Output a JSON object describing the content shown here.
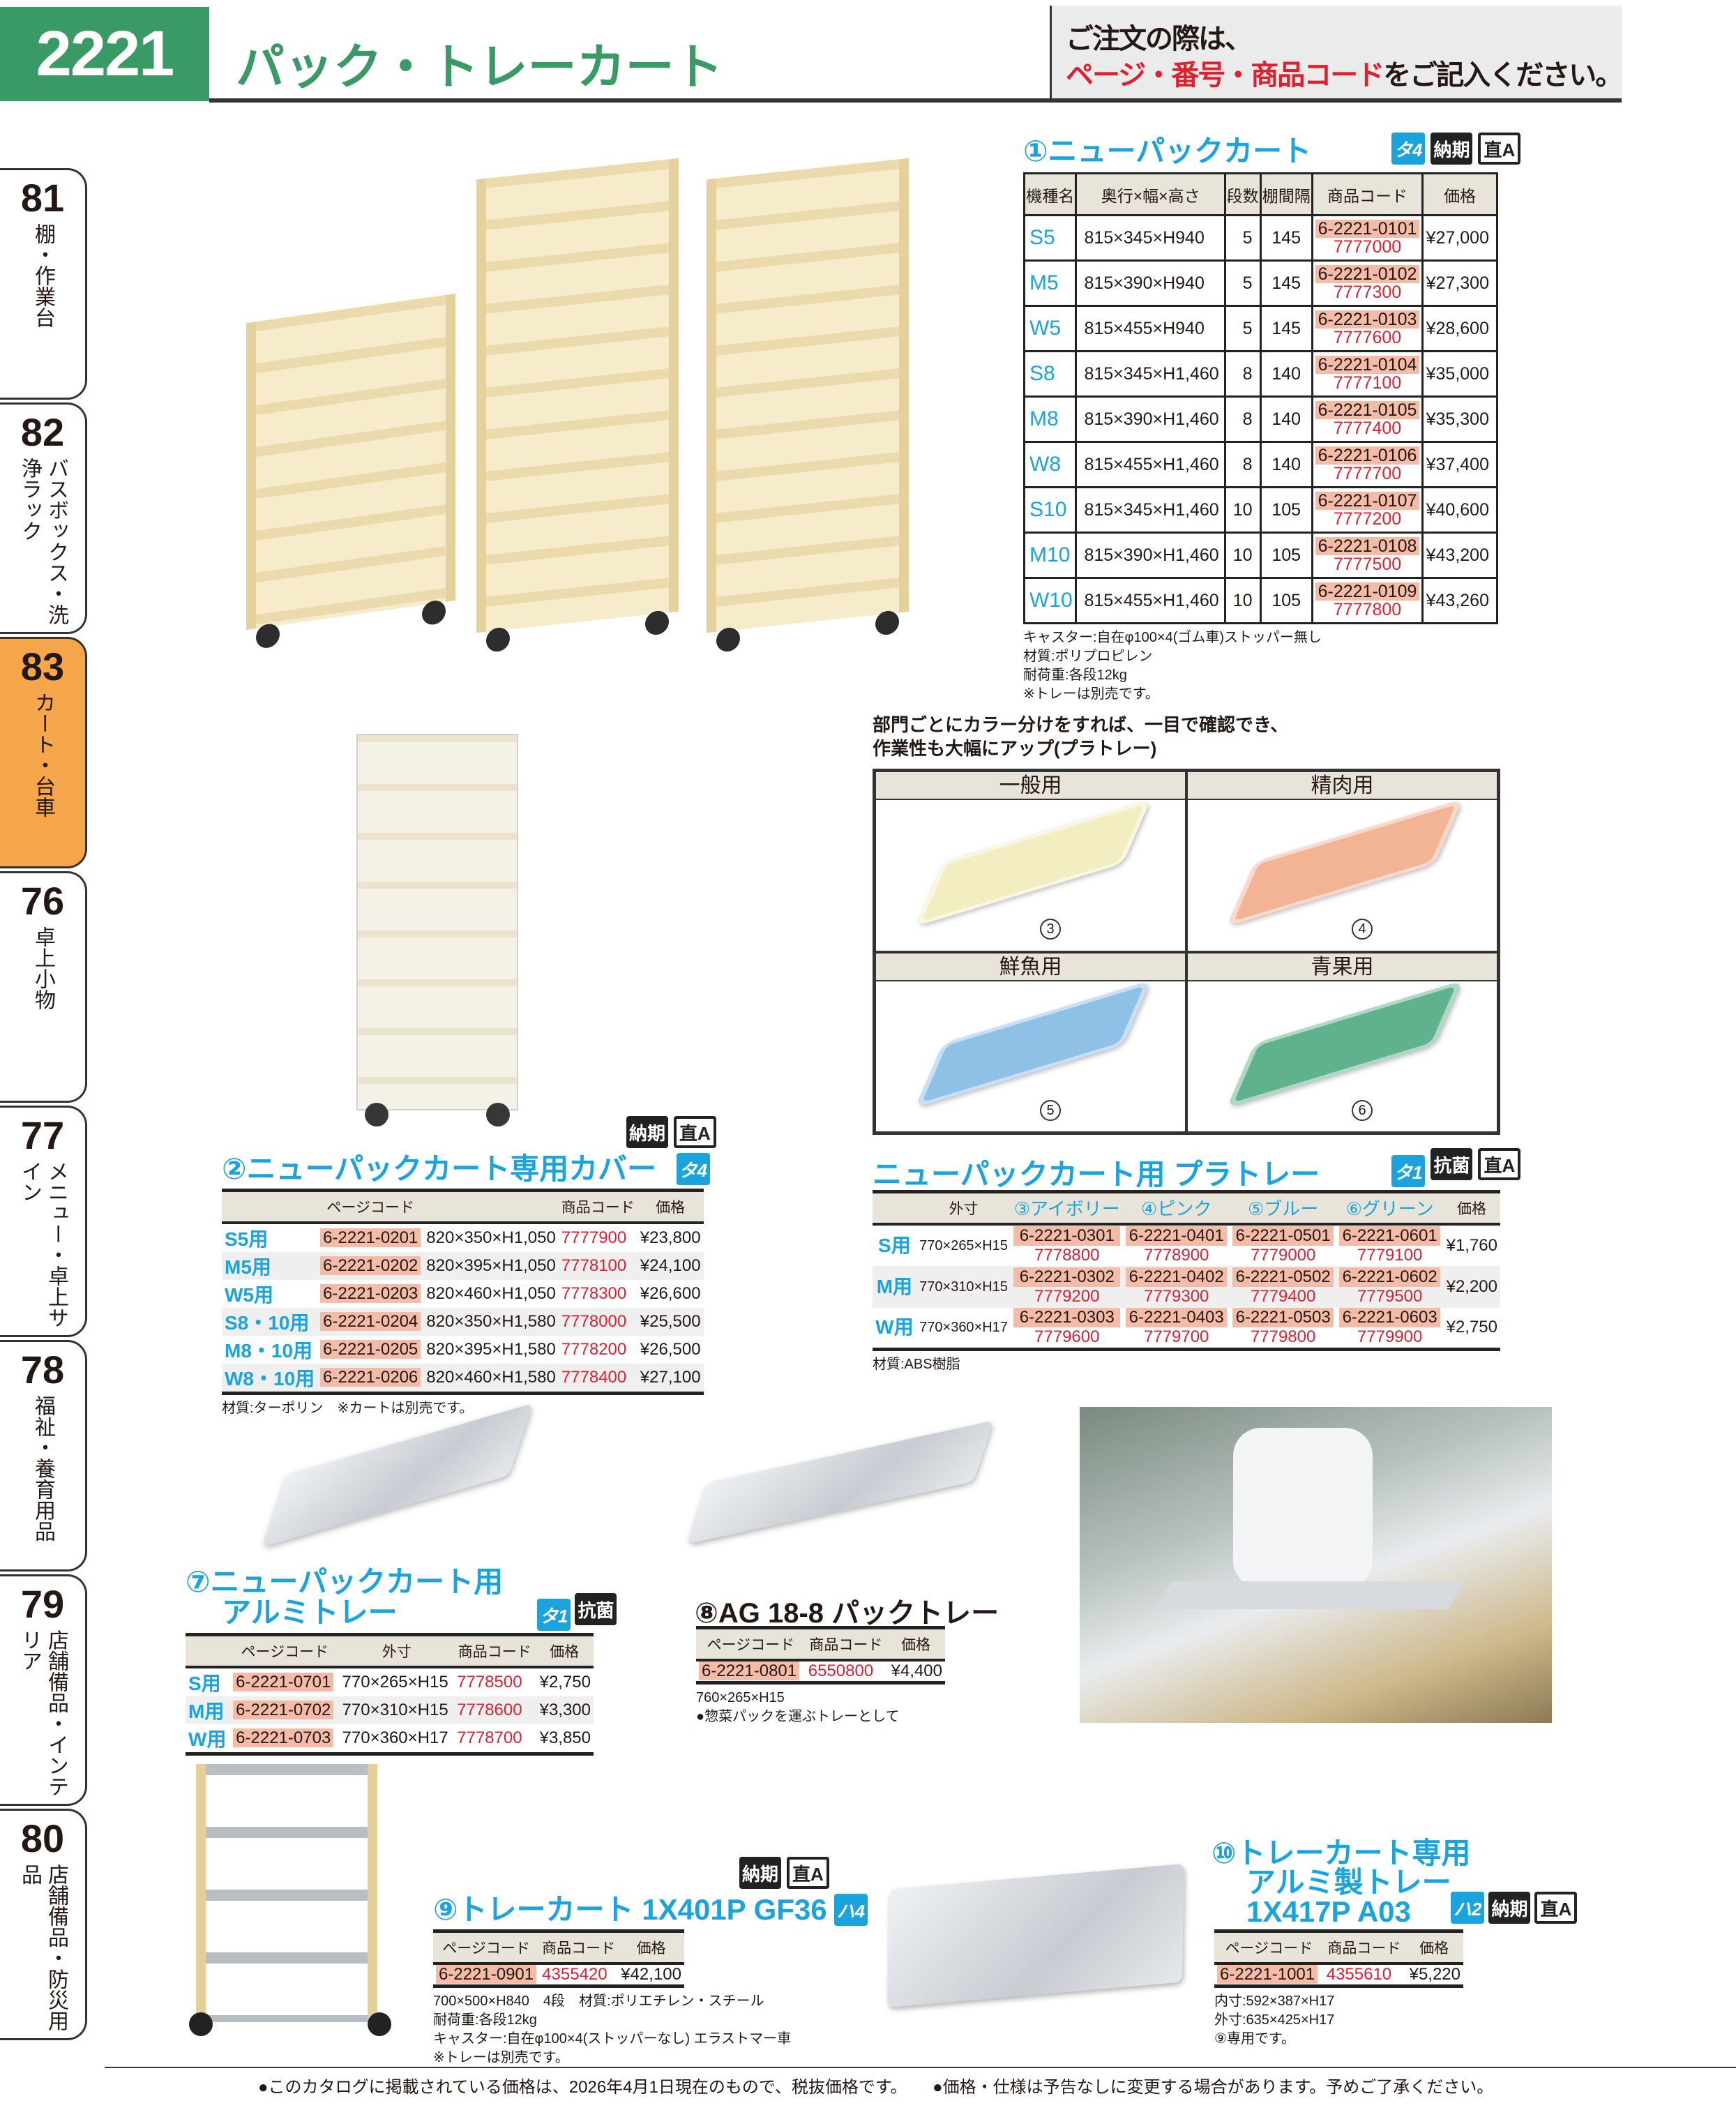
{
  "header": {
    "page_number": "2221",
    "title": "パック・トレーカート",
    "note_line1": "ご注文の際は、",
    "note_line2_red": "ページ・番号・商品コード",
    "note_line2_rest": "をご記入ください。"
  },
  "sidebar": {
    "tabs": [
      {
        "number": "81",
        "label": "棚・作業台",
        "active": false
      },
      {
        "number": "82",
        "label": "バスボックス・洗浄ラック",
        "active": false
      },
      {
        "number": "83",
        "label": "カート・台車",
        "active": true
      },
      {
        "number": "76",
        "label": "卓上小物",
        "active": false
      },
      {
        "number": "77",
        "label": "メニュー・卓上サイン",
        "active": false
      },
      {
        "number": "78",
        "label": "福祉・養育用品",
        "active": false
      },
      {
        "number": "79",
        "label": "店舗備品・インテリア",
        "active": false
      },
      {
        "number": "80",
        "label": "店舗備品・防災用品",
        "active": false
      }
    ]
  },
  "badges": {
    "noki": "納期",
    "choku": "直A",
    "kokin": "抗菌"
  },
  "section1": {
    "title": "①ニューパックカート",
    "supplier": "タ4",
    "headers": [
      "機種名",
      "奥行×幅×高さ",
      "段数",
      "棚間隔",
      "商品コード",
      "価格"
    ],
    "rows": [
      {
        "model": "S5",
        "dims": "815×345×H940",
        "tiers": "5",
        "spacing": "145",
        "page_code": "6-2221-0101",
        "item_code": "7777000",
        "price": "¥27,000"
      },
      {
        "model": "M5",
        "dims": "815×390×H940",
        "tiers": "5",
        "spacing": "145",
        "page_code": "6-2221-0102",
        "item_code": "7777300",
        "price": "¥27,300"
      },
      {
        "model": "W5",
        "dims": "815×455×H940",
        "tiers": "5",
        "spacing": "145",
        "page_code": "6-2221-0103",
        "item_code": "7777600",
        "price": "¥28,600"
      },
      {
        "model": "S8",
        "dims": "815×345×H1,460",
        "tiers": "8",
        "spacing": "140",
        "page_code": "6-2221-0104",
        "item_code": "7777100",
        "price": "¥35,000"
      },
      {
        "model": "M8",
        "dims": "815×390×H1,460",
        "tiers": "8",
        "spacing": "140",
        "page_code": "6-2221-0105",
        "item_code": "7777400",
        "price": "¥35,300"
      },
      {
        "model": "W8",
        "dims": "815×455×H1,460",
        "tiers": "8",
        "spacing": "140",
        "page_code": "6-2221-0106",
        "item_code": "7777700",
        "price": "¥37,400"
      },
      {
        "model": "S10",
        "dims": "815×345×H1,460",
        "tiers": "10",
        "spacing": "105",
        "page_code": "6-2221-0107",
        "item_code": "7777200",
        "price": "¥40,600"
      },
      {
        "model": "M10",
        "dims": "815×390×H1,460",
        "tiers": "10",
        "spacing": "105",
        "page_code": "6-2221-0108",
        "item_code": "7777500",
        "price": "¥43,200"
      },
      {
        "model": "W10",
        "dims": "815×455×H1,460",
        "tiers": "10",
        "spacing": "105",
        "page_code": "6-2221-0109",
        "item_code": "7777800",
        "price": "¥43,260"
      }
    ],
    "notes": [
      "キャスター:自在φ100×4(ゴム車)ストッパー無し",
      "材質:ポリプロピレン",
      "耐荷重:各段12kg",
      "※トレーは別売です。"
    ]
  },
  "section2": {
    "title": "②ニューパックカート専用カバー",
    "supplier": "タ4",
    "headers": [
      "",
      "ページコード",
      "",
      "商品コード",
      "価格"
    ],
    "rows": [
      {
        "model": "S5用",
        "page_code": "6-2221-0201",
        "dims": "820×350×H1,050",
        "item_code": "7777900",
        "price": "¥23,800"
      },
      {
        "model": "M5用",
        "page_code": "6-2221-0202",
        "dims": "820×395×H1,050",
        "item_code": "7778100",
        "price": "¥24,100"
      },
      {
        "model": "W5用",
        "page_code": "6-2221-0203",
        "dims": "820×460×H1,050",
        "item_code": "7778300",
        "price": "¥26,600"
      },
      {
        "model": "S8・10用",
        "page_code": "6-2221-0204",
        "dims": "820×350×H1,580",
        "item_code": "7778000",
        "price": "¥25,500"
      },
      {
        "model": "M8・10用",
        "page_code": "6-2221-0205",
        "dims": "820×395×H1,580",
        "item_code": "7778200",
        "price": "¥26,500"
      },
      {
        "model": "W8・10用",
        "page_code": "6-2221-0206",
        "dims": "820×460×H1,580",
        "item_code": "7778400",
        "price": "¥27,100"
      }
    ],
    "note": "材質:ターポリン　※カートは別売です。"
  },
  "color_grid": {
    "intro_line1": "部門ごとにカラー分けをすれば、一目で確認でき、",
    "intro_line2": "作業性も大幅にアップ(プラトレー)",
    "cells": [
      {
        "label": "一般用",
        "number": "3",
        "color": "#f3edc2"
      },
      {
        "label": "精肉用",
        "number": "4",
        "color": "#f2b495"
      },
      {
        "label": "鮮魚用",
        "number": "5",
        "color": "#8fc0e6"
      },
      {
        "label": "青果用",
        "number": "6",
        "color": "#5fb28d"
      }
    ]
  },
  "section_platray": {
    "title": "ニューパックカート用 プラトレー",
    "supplier": "タ1",
    "headers": [
      "外寸",
      "③アイボリー",
      "④ピンク",
      "⑤ブルー",
      "⑥グリーン",
      "価格"
    ],
    "rows": [
      {
        "model": "S用",
        "dims": "770×265×H15",
        "codes": [
          [
            "6-2221-0301",
            "7778800"
          ],
          [
            "6-2221-0401",
            "7778900"
          ],
          [
            "6-2221-0501",
            "7779000"
          ],
          [
            "6-2221-0601",
            "7779100"
          ]
        ],
        "price": "¥1,760"
      },
      {
        "model": "M用",
        "dims": "770×310×H15",
        "codes": [
          [
            "6-2221-0302",
            "7779200"
          ],
          [
            "6-2221-0402",
            "7779300"
          ],
          [
            "6-2221-0502",
            "7779400"
          ],
          [
            "6-2221-0602",
            "7779500"
          ]
        ],
        "price": "¥2,200"
      },
      {
        "model": "W用",
        "dims": "770×360×H17",
        "codes": [
          [
            "6-2221-0303",
            "7779600"
          ],
          [
            "6-2221-0403",
            "7779700"
          ],
          [
            "6-2221-0503",
            "7779800"
          ],
          [
            "6-2221-0603",
            "7779900"
          ]
        ],
        "price": "¥2,750"
      }
    ],
    "note": "材質:ABS樹脂"
  },
  "section7": {
    "title_line1": "⑦ニューパックカート用",
    "title_line2": "アルミトレー",
    "supplier": "タ1",
    "headers": [
      "",
      "ページコード",
      "外寸",
      "商品コード",
      "価格"
    ],
    "rows": [
      {
        "model": "S用",
        "page_code": "6-2221-0701",
        "dims": "770×265×H15",
        "item_code": "7778500",
        "price": "¥2,750"
      },
      {
        "model": "M用",
        "page_code": "6-2221-0702",
        "dims": "770×310×H15",
        "item_code": "7778600",
        "price": "¥3,300"
      },
      {
        "model": "W用",
        "page_code": "6-2221-0703",
        "dims": "770×360×H17",
        "item_code": "7778700",
        "price": "¥3,850"
      }
    ]
  },
  "section8": {
    "title": "⑧AG 18-8 パックトレー",
    "headers": [
      "ページコード",
      "商品コード",
      "価格"
    ],
    "row": {
      "page_code": "6-2221-0801",
      "item_code": "6550800",
      "price": "¥4,400"
    },
    "notes": [
      "760×265×H15",
      "●惣菜パックを運ぶトレーとして"
    ]
  },
  "section9": {
    "title": "⑨トレーカート 1X401P GF36",
    "supplier": "ハ4",
    "headers": [
      "ページコード",
      "商品コード",
      "価格"
    ],
    "row": {
      "page_code": "6-2221-0901",
      "item_code": "4355420",
      "price": "¥42,100"
    },
    "notes": [
      "700×500×H840　4段　材質:ポリエチレン・スチール",
      "耐荷重:各段12kg",
      "キャスター:自在φ100×4(ストッパーなし) エラストマー車",
      "※トレーは別売です。"
    ]
  },
  "section10": {
    "title_line1": "⑩トレーカート専用",
    "title_line2": "アルミ製トレー",
    "title_line3": "1X417P A03",
    "supplier": "ハ2",
    "headers": [
      "ページコード",
      "商品コード",
      "価格"
    ],
    "row": {
      "page_code": "6-2221-1001",
      "item_code": "4355610",
      "price": "¥5,220"
    },
    "notes": [
      "内寸:592×387×H17",
      "外寸:635×425×H17",
      "⑨専用です。"
    ]
  },
  "footer": {
    "left": "●このカタログに掲載されている価格は、2026年4月1日現在のもので、税抜価格です。",
    "right": "●価格・仕様は予告なしに変更する場合があります。予めご了承ください。"
  }
}
